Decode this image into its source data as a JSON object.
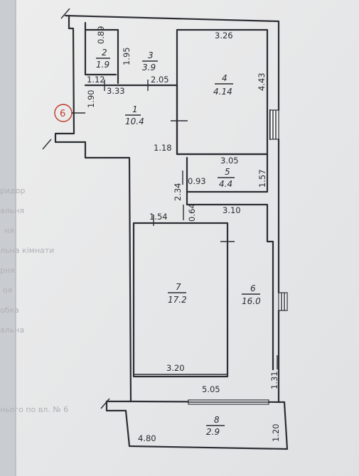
{
  "plan": {
    "marker": "6",
    "rooms": [
      {
        "id": "room-1",
        "number": "1",
        "area": "10.4"
      },
      {
        "id": "room-2",
        "number": "2",
        "area": "1.9"
      },
      {
        "id": "room-3",
        "number": "3",
        "area": "3.9"
      },
      {
        "id": "room-4",
        "number": "4",
        "area": "4.14"
      },
      {
        "id": "room-5",
        "number": "5",
        "area": "4.4"
      },
      {
        "id": "room-6",
        "number": "6",
        "area": "16.0"
      },
      {
        "id": "room-7",
        "number": "7",
        "area": "17.2"
      },
      {
        "id": "room-8",
        "number": "8",
        "area": "2.9"
      }
    ],
    "dimensions": [
      "0.89",
      "1.95",
      "3.26",
      "4.43",
      "1.12",
      "3.33",
      "2.05",
      "1.90",
      "1.18",
      "3.05",
      "0.93",
      "2.34",
      "1.57",
      "0.64",
      "1.54",
      "3.10",
      "3.20",
      "5.05",
      "1.31",
      "4.80",
      "1.20"
    ],
    "background_text": [
      "ридор",
      "альня",
      "ня",
      "льна кімнати",
      "рня",
      "оя",
      "обка",
      "альна",
      "нього по вл. № 6"
    ]
  }
}
